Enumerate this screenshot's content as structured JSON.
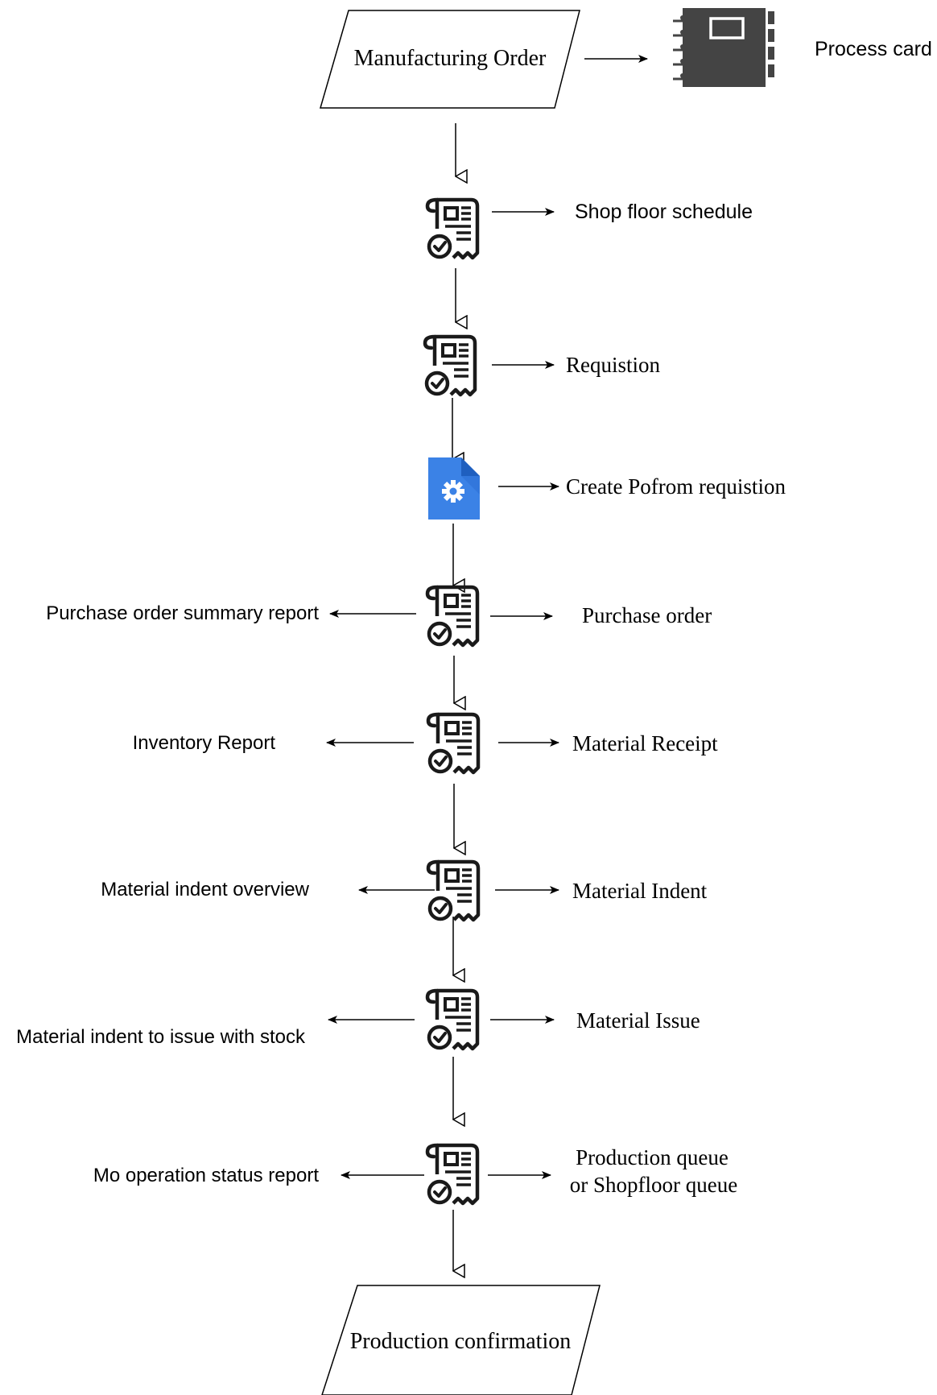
{
  "start": {
    "label": "Manufacturing Order"
  },
  "process_card": {
    "label": "Process card",
    "icon": "notebook-icon"
  },
  "steps": [
    {
      "id": "shop-floor",
      "icon": "receipt-icon",
      "right": "Shop floor schedule",
      "left": ""
    },
    {
      "id": "requisition",
      "icon": "receipt-icon",
      "right": "Requistion",
      "left": ""
    },
    {
      "id": "create-po",
      "icon": "settings-file-icon",
      "right": "Create Pofrom requistion",
      "left": ""
    },
    {
      "id": "purchase-order",
      "icon": "receipt-icon",
      "right": "Purchase order",
      "left": "Purchase order summary report"
    },
    {
      "id": "material-receipt",
      "icon": "receipt-icon",
      "right": "Material Receipt",
      "left": "Inventory Report"
    },
    {
      "id": "material-indent",
      "icon": "receipt-icon",
      "right": "Material Indent",
      "left": "Material indent overview"
    },
    {
      "id": "material-issue",
      "icon": "receipt-icon",
      "right": "Material Issue",
      "left": "Material indent to issue with stock"
    },
    {
      "id": "production-queue",
      "icon": "receipt-icon",
      "right": [
        "Production queue",
        "or Shopfloor queue"
      ],
      "left": "Mo operation status report"
    }
  ],
  "end": {
    "label": "Production confirmation"
  },
  "colors": {
    "line": "#000000",
    "icon": "#1a1a1a",
    "card": "#444444",
    "blue_file": "#3b82e6",
    "blue_file_fold": "#1f5fbf"
  }
}
